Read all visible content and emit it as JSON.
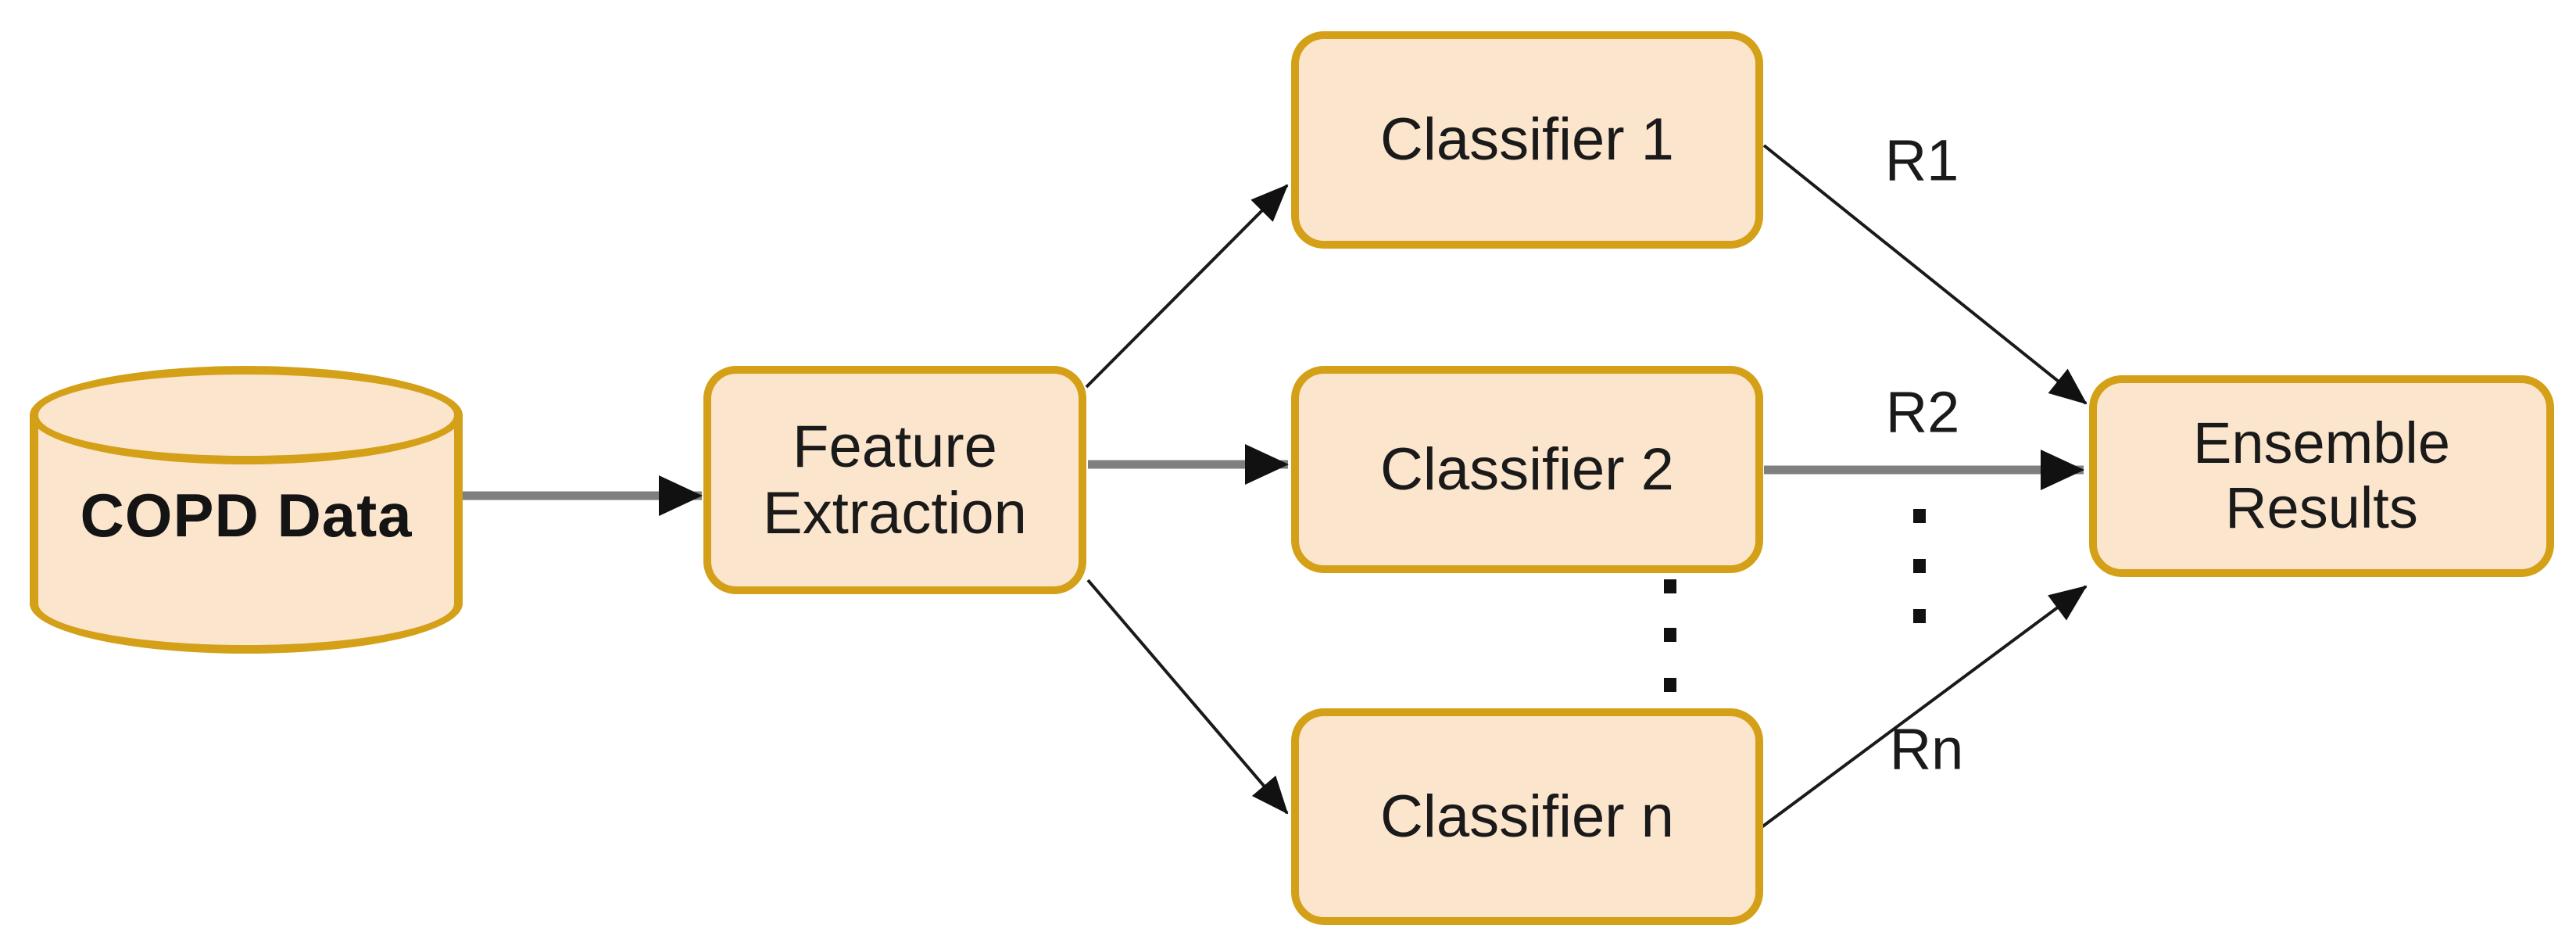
{
  "diagram": {
    "type": "flowchart",
    "background": "#ffffff",
    "colors": {
      "node_fill": "#FCE5CD",
      "node_border": "#D4A017",
      "thick_arrow_gray": "#7F7F7F",
      "thin_arrow_black": "#1a1a1a",
      "arrowhead": "#111111",
      "text": "#1a1a1a"
    },
    "nodes": {
      "copd": {
        "shape": "cylinder",
        "label": "COPD Data"
      },
      "feature": {
        "shape": "rounded-rect",
        "lines": [
          "Feature",
          "Extraction"
        ]
      },
      "classifier1": {
        "shape": "rounded-rect",
        "label": "Classifier 1"
      },
      "classifier2": {
        "shape": "rounded-rect",
        "label": "Classifier 2"
      },
      "classifiern": {
        "shape": "rounded-rect",
        "label": "Classifier n"
      },
      "ensemble": {
        "shape": "rounded-rect",
        "lines": [
          "Ensemble",
          "Results"
        ]
      }
    },
    "edges": {
      "copd_to_feature": {
        "from": "copd",
        "to": "feature",
        "label": ""
      },
      "feature_to_classifier1": {
        "from": "feature",
        "to": "classifier1",
        "label": ""
      },
      "feature_to_classifier2": {
        "from": "feature",
        "to": "classifier2",
        "label": ""
      },
      "feature_to_classifiern": {
        "from": "feature",
        "to": "classifiern",
        "label": ""
      },
      "r1": {
        "from": "classifier1",
        "to": "ensemble",
        "label": "R1"
      },
      "r2": {
        "from": "classifier2",
        "to": "ensemble",
        "label": "R2"
      },
      "rn": {
        "from": "classifiern",
        "to": "ensemble",
        "label": "Rn"
      }
    },
    "ellipsis": {
      "between_classifier2_and_classifiern_dots": 3,
      "between_r2_and_rn_dots": 3
    }
  }
}
